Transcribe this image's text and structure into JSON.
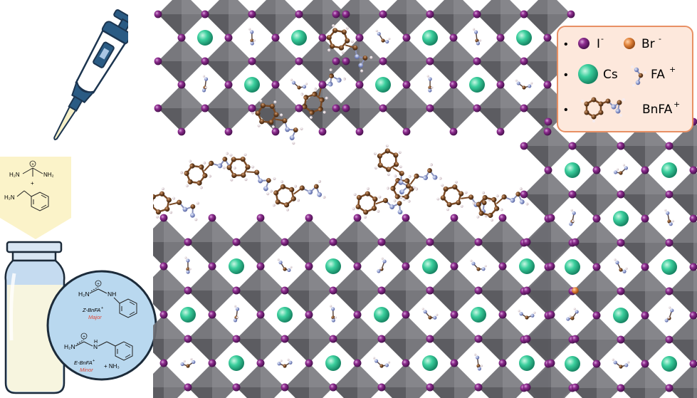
{
  "colors": {
    "iodide": "#8e2c8f",
    "bromide": "#e0823a",
    "cesium": "#3bcf9d",
    "octahedron": "#707074",
    "carbon": "#7a4a25",
    "nitrogen": "#9aa7d6",
    "legend_bg": "#fde8dc",
    "legend_border": "#e89064",
    "yellow_panel": "#fbf3c9",
    "vial_liquid": "#f7f5df",
    "vial_glass": "#c5dbf0",
    "zoom_circle": "#b9d8ef",
    "pipette_blue": "#2a5b84",
    "minor_major_label": "#e04a3a"
  },
  "legend": {
    "iodide_label": "I",
    "iodide_charge": "-",
    "bromide_label": "Br",
    "bromide_charge": "-",
    "cesium_label": "Cs",
    "fa_label": "FA",
    "fa_charge": "+",
    "bnfa_label": "BnFA",
    "bnfa_charge": "+",
    "bullet": "•"
  },
  "reagent": {
    "amidinium_nh2_left": "H₂N",
    "amidinium_nh2_right": "NH₂",
    "plus_sign": "+",
    "amine_label": "H₂N"
  },
  "zoom_inset": {
    "z_nh2": "H₂N",
    "z_nh": "NH",
    "z_name": "Z-BnFA",
    "z_charge": "+",
    "z_tag": "Major",
    "e_nh2": "H₂N",
    "e_n": "N",
    "e_h": "H",
    "e_name": "E-BnFA",
    "e_charge": "+",
    "e_tag": "Minor",
    "byproduct": "+ NH₃"
  },
  "icons": [
    "pipette-icon",
    "vial-icon",
    "perovskite-lattice",
    "zoom-lens-icon"
  ]
}
